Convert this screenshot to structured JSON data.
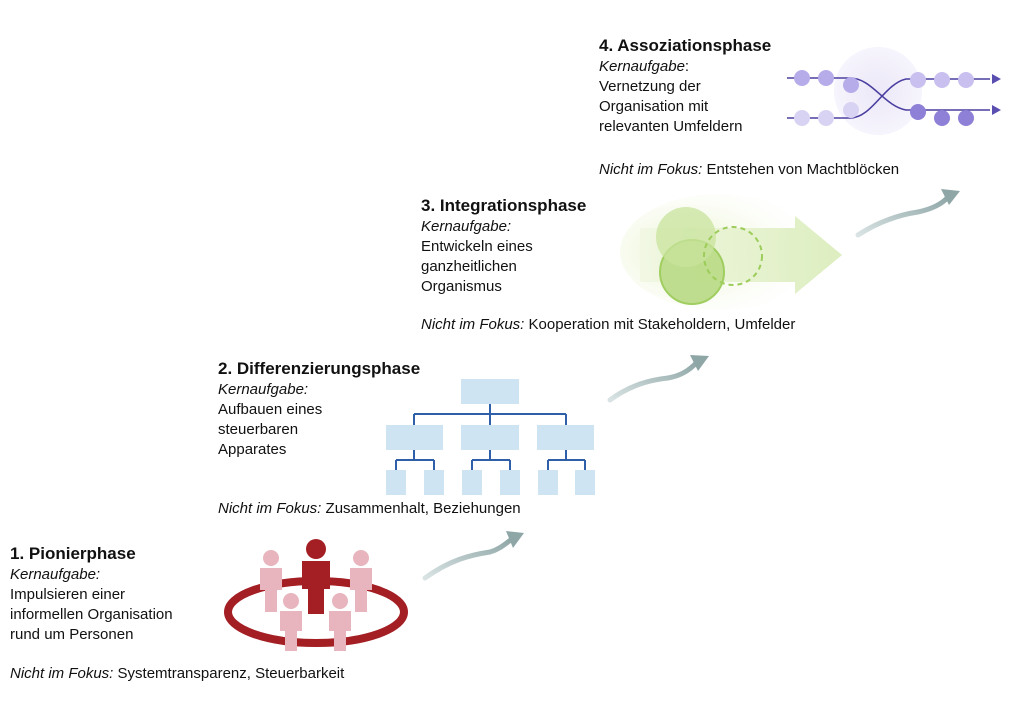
{
  "phases": [
    {
      "title": "1. Pionierphase",
      "task_label": "Kernaufgabe:",
      "task": "Impulsieren einer\ninformellen Organisation\nrund um Personen",
      "not_focus_label": "Nicht im Fokus:",
      "not_focus": " Systemtransparenz, Steuerbarkeit"
    },
    {
      "title": "2. Differenzierungsphase",
      "task_label": "Kernaufgabe:",
      "task": "Aufbauen eines\nsteuerbaren\nApparates",
      "not_focus_label": "Nicht im Fokus:",
      "not_focus": " Zusammenhalt, Beziehungen"
    },
    {
      "title": "3. Integrationsphase",
      "task_label": "Kernaufgabe:",
      "task": "Entwickeln eines\nganzheitlichen\nOrganismus",
      "not_focus_label": "Nicht im Fokus:",
      "not_focus": " Kooperation mit Stakeholdern, Umfelder"
    },
    {
      "title": "4. Assoziationsphase",
      "task_label": "Kernaufgabe",
      "task_label_suffix": ":",
      "task": "Vernetzung der\nOrganisation mit\nrelevanten Umfeldern",
      "not_focus_label": "Nicht im Fokus:",
      "not_focus": " Entstehen von Machtblöcken"
    }
  ],
  "colors": {
    "pioneer_dark": "#a31f24",
    "pioneer_light": "#e8b4bd",
    "org_box": "#cfe4f2",
    "org_line": "#2f5fa8",
    "integration_green": "#9ccc5a",
    "association_purple": "#7b6cc6",
    "arrow_gray": "#9aaeb0"
  }
}
